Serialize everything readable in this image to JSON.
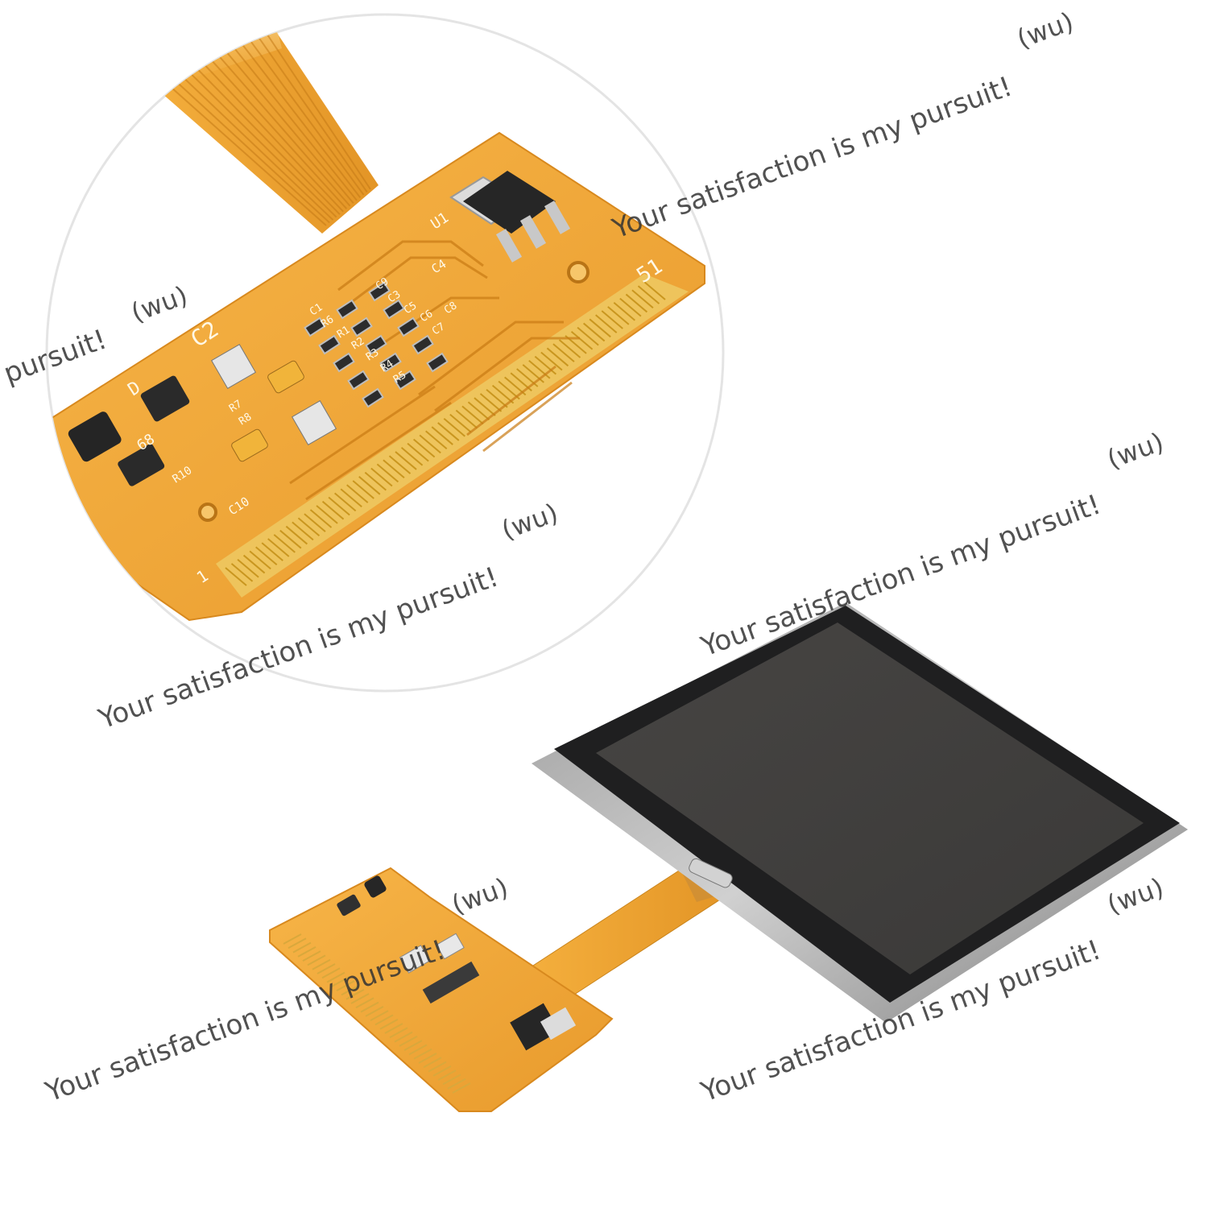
{
  "photo": {
    "subject": "LCD display module with flexible printed circuit ribbon and controller board",
    "colors": {
      "pcb": "#f2a93b",
      "pcb_dark": "#d8891e",
      "gold_pins": "#e9c15a",
      "screen_frame": "#1d1d1f",
      "screen_panel": "#3d3c3b",
      "component": "#242424"
    }
  },
  "silkscreen": {
    "c2": "C2",
    "c1": "C1",
    "r6": "R6",
    "r1": "R1",
    "r2": "R2",
    "r3": "R3",
    "r4": "R4",
    "r5": "R5",
    "r7": "R7",
    "r8": "R8",
    "r10": "R10",
    "c9": "C9",
    "c3": "C3",
    "c5": "C5",
    "c6": "C6",
    "c7": "C7",
    "c8": "C8",
    "c4": "C4",
    "c10": "C10",
    "u1": "U1",
    "d": "D",
    "l": "68",
    "pin1": "1",
    "pin51": "51"
  },
  "watermark": {
    "slogan": "Your satisfaction is my pursuit!",
    "slogan_cut": "pursuit!",
    "tag": "(wu)"
  }
}
